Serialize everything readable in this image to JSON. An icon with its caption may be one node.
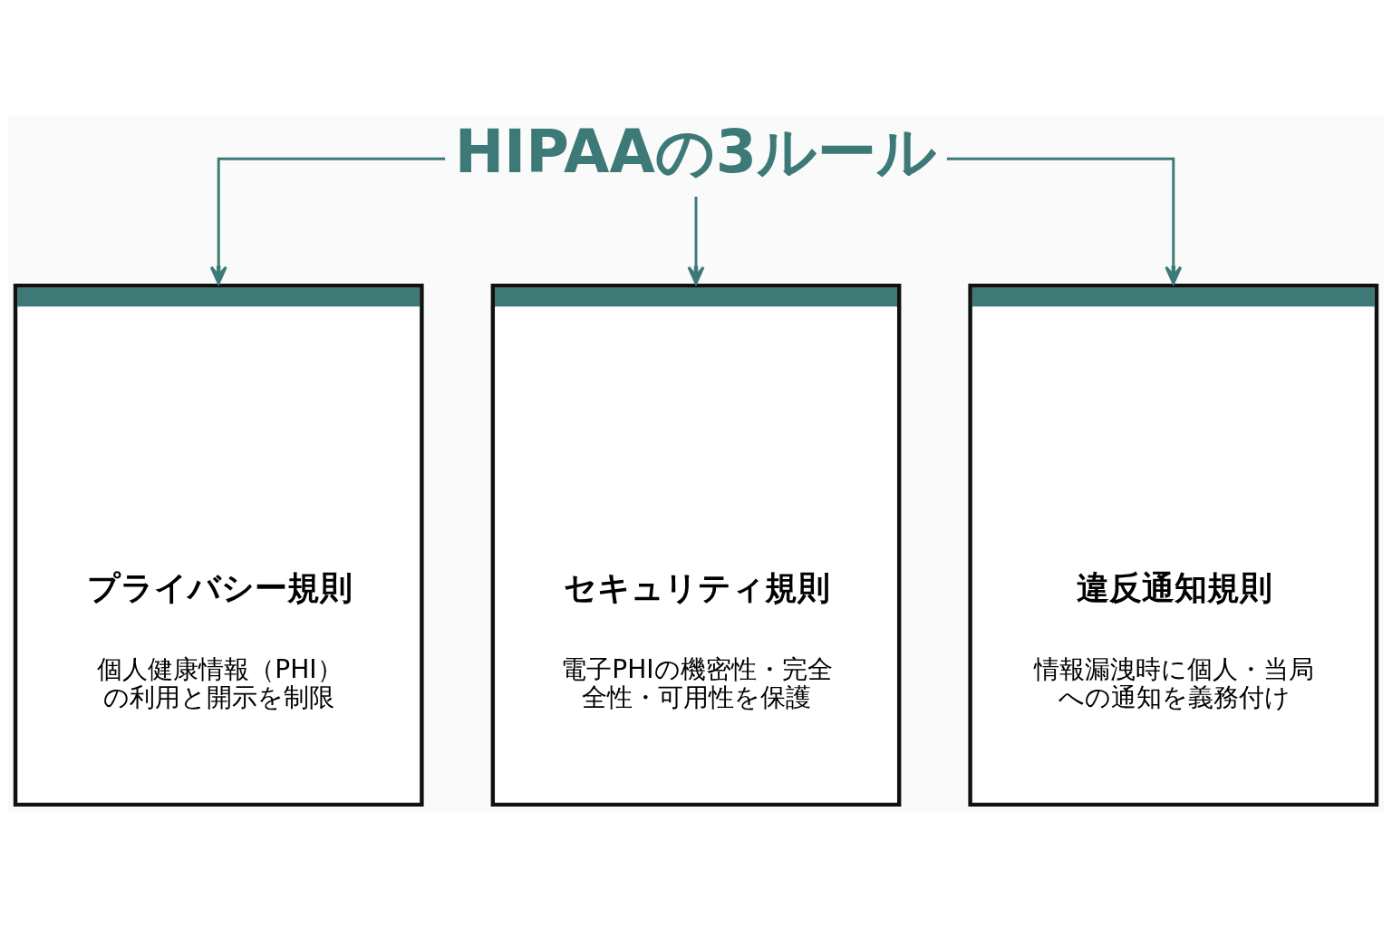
{
  "diagram": {
    "nodes": [
      {
        "text": [
          "HIPAAの3ルール"
        ]
      },
      {
        "text": [
          "プライバシー規則",
          "個人健康情報（PHI）の利用と開示を制限"
        ]
      },
      {
        "text": [
          "セキュリティ規則",
          "電子PHIの機密性・完全全性・可用性を保護"
        ]
      },
      {
        "text": [
          "違反通知規則",
          "情報漏洩時に個人・当局への通知を義務付け"
        ]
      }
    ],
    "edges": [
      {
        "from": 0,
        "to": 1,
        "arrow": "to"
      },
      {
        "from": 0,
        "to": 2,
        "arrow": "to"
      },
      {
        "from": 0,
        "to": 3,
        "arrow": "to"
      }
    ]
  }
}
